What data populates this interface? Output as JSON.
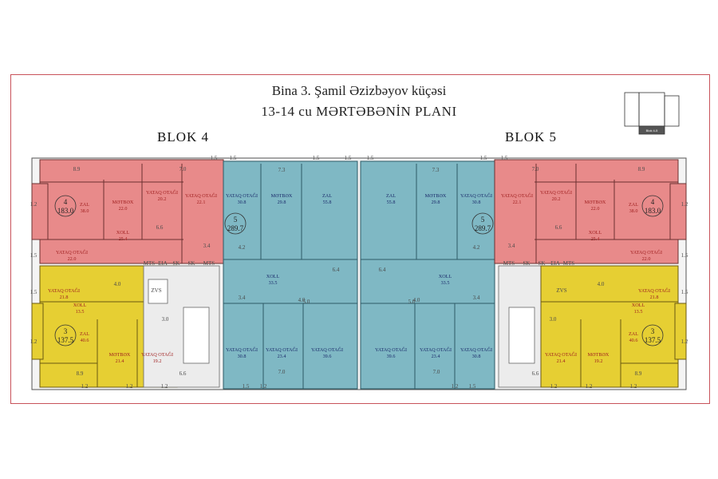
{
  "title_line1": "Bina 3. Şamil Əzizbəyov küçəsi",
  "title_line2": "13-14 cu  MƏRTƏBƏNİN PLANI",
  "blocks": [
    {
      "label": "BLOK 4"
    },
    {
      "label": "BLOK 5"
    }
  ],
  "colors": {
    "apartment_4_rooms": "#e88a8a",
    "apartment_5_rooms": "#7fb8c4",
    "apartment_3_rooms": "#e6cf33",
    "common_area": "#ececec",
    "frame": "#c8525a"
  },
  "apartments": {
    "left_4": {
      "number": "4",
      "area": "183.0"
    },
    "left_3": {
      "number": "3",
      "area": "137.5"
    },
    "left_5": {
      "number": "5",
      "area": "289.7"
    },
    "right_5": {
      "number": "5",
      "area": "289.7"
    },
    "right_4": {
      "number": "4",
      "area": "183.0"
    },
    "right_3": {
      "number": "3",
      "area": "137.5"
    }
  },
  "room_labels": [
    {
      "name": "ZAL",
      "area": "38.0"
    },
    {
      "name": "MƏTBƏX",
      "area": "22.0"
    },
    {
      "name": "YATAQ OTAĞI",
      "area": "20.2"
    },
    {
      "name": "YATAQ OTAĞI",
      "area": "22.1"
    },
    {
      "name": "XOLL",
      "area": "25.4"
    },
    {
      "name": "YATAQ OTAĞI",
      "area": "22.0"
    },
    {
      "name": "YATAQ OTAĞI",
      "area": "21.8"
    },
    {
      "name": "XOLL",
      "area": "13.5"
    },
    {
      "name": "ZAL",
      "area": "40.6"
    },
    {
      "name": "MƏTBƏX",
      "area": "21.4"
    },
    {
      "name": "YATAQ OTAĞI",
      "area": "19.2"
    },
    {
      "name": "YATAQ OTAĞI",
      "area": "30.8"
    },
    {
      "name": "MƏTBƏX",
      "area": "29.8"
    },
    {
      "name": "ZAL",
      "area": "55.8"
    },
    {
      "name": "XOLL",
      "area": "33.5"
    },
    {
      "name": "YATAQ OTAĞI",
      "area": "30.8"
    },
    {
      "name": "YATAQ OTAĞI",
      "area": "23.4"
    },
    {
      "name": "YATAQ OTAĞI",
      "area": "39.6"
    },
    {
      "name": "ZAL",
      "area": "55.8"
    },
    {
      "name": "MƏTBƏX",
      "area": "29.8"
    },
    {
      "name": "YATAQ OTAĞI",
      "area": "30.8"
    },
    {
      "name": "XOLL",
      "area": "33.5"
    },
    {
      "name": "YATAQ OTAĞI",
      "area": "39.6"
    },
    {
      "name": "YATAQ OTAĞI",
      "area": "23.4"
    },
    {
      "name": "YATAQ OTAĞI",
      "area": "30.8"
    },
    {
      "name": "YATAQ OTAĞI",
      "area": "22.1"
    },
    {
      "name": "YATAQ OTAĞI",
      "area": "20.2"
    },
    {
      "name": "MƏTBƏX",
      "area": "22.0"
    },
    {
      "name": "ZAL",
      "area": "38.0"
    },
    {
      "name": "XOLL",
      "area": "25.4"
    },
    {
      "name": "YATAQ OTAĞI",
      "area": "22.0"
    },
    {
      "name": "YATAQ OTAĞI",
      "area": "21.8"
    },
    {
      "name": "XOLL",
      "area": "13.5"
    },
    {
      "name": "ZAL",
      "area": "40.6"
    },
    {
      "name": "MƏTBƏX",
      "area": "19.2"
    },
    {
      "name": "YATAQ OTAĞI",
      "area": "21.4"
    }
  ],
  "small_labels": [
    "8.9",
    "7.0",
    "1.5",
    "7.3",
    "1.5",
    "1.5",
    "1.5",
    "7.3",
    "1.5",
    "7.0",
    "8.9",
    "6.6",
    "4.2",
    "3.4",
    "6.4",
    "4.0",
    "5.0",
    "5.0",
    "4.0",
    "6.4",
    "3.4",
    "4.2",
    "6.6",
    "4.0",
    "3.0",
    "3.4",
    "3.4",
    "3.0",
    "4.0",
    "8.9",
    "6.6",
    "7.0",
    "7.0",
    "6.6",
    "8.9",
    "1.2",
    "1.5",
    "1.5",
    "1.2",
    "1.2",
    "1.5",
    "1.5",
    "1.2",
    "1.2",
    "1.2",
    "1.2",
    "1.2",
    "1.2",
    "1.2",
    "1.2",
    "1.2",
    "1.5",
    "1.5",
    "1.5",
    "1.5"
  ],
  "shaft_labels": [
    "MTS",
    "EIA",
    "SK",
    "SK",
    "MTS",
    "MTS",
    "SK",
    "SK",
    "EIA",
    "MTS"
  ],
  "lift_labels": [
    "ZVS",
    "ZVS"
  ],
  "keyplan": {
    "label": "Blok 4-5"
  }
}
